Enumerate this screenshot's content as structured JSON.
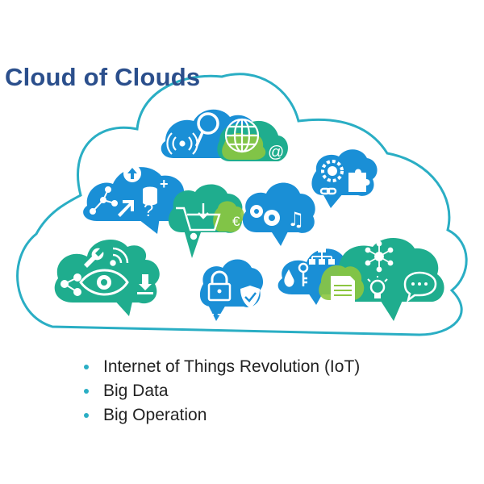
{
  "title": "Cloud of Clouds",
  "bullets": [
    "Internet of Things Revolution (IoT)",
    "Big Data",
    "Big Operation"
  ],
  "colors": {
    "title": "#2b4f8c",
    "outline": "#2aaec4",
    "blue": "#1a8fd6",
    "teal": "#1fad8e",
    "green": "#8cc63f",
    "bullet": "#2aaec4"
  },
  "icons": [
    "wifi-signal-icon",
    "magnifier-icon",
    "globe-icon",
    "at-sign-icon",
    "upload-icon",
    "database-icon",
    "network-nodes-icon",
    "plus-icon",
    "arrow-icon",
    "question-icon",
    "shopping-cart-icon",
    "euro-icon",
    "gears-icon",
    "music-notes-icon",
    "gear-icon",
    "puzzle-icon",
    "link-icon",
    "share-icon",
    "eye-icon",
    "wrench-icon",
    "rss-icon",
    "download-icon",
    "lock-icon",
    "shield-check-icon",
    "plus-minus-icon",
    "org-chart-icon",
    "drop-icon",
    "key-icon",
    "document-icon",
    "hub-icon",
    "lightbulb-icon",
    "chat-icon"
  ]
}
